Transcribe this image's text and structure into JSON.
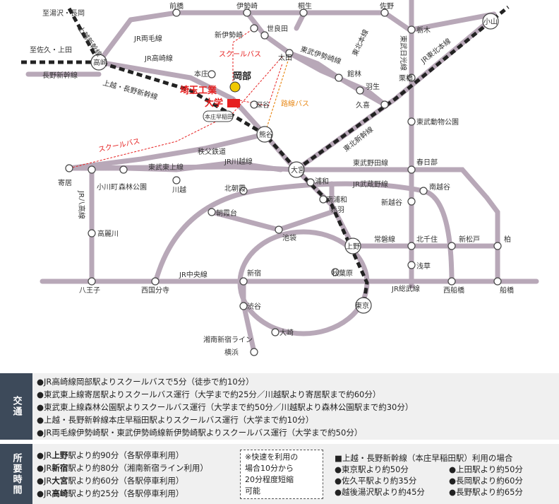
{
  "map": {
    "stations": {
      "takasaki": "高崎",
      "kumagaya": "熊谷",
      "omiya": "大宮",
      "ueno": "上野",
      "tokyo": "東京",
      "oyama": "小山",
      "yorii": "寄居",
      "okabe": "岡部",
      "maebashi": "前橋",
      "isesaki": "伊勢崎",
      "kiryu": "桐生",
      "sano": "佐野",
      "tochigi": "栃木",
      "shin_isesaki": "新伊勢崎",
      "serada": "世良田",
      "ota": "太田",
      "tatebayashi": "館林",
      "hanyu": "羽生",
      "kuki": "久喜",
      "kasukabe": "春日部",
      "kurihashi": "栗橋",
      "tobu_dobutsu": "東武動物公園",
      "honjo": "本庄",
      "honjo_waseda": "本庄早稲田",
      "fukaya": "深谷",
      "urawa": "浦和",
      "minami_urawa": "南浦和",
      "akabane": "赤羽",
      "kitaasaka": "北朝霞",
      "asakadai": "朝霞台",
      "ikebukuro": "池袋",
      "akihabara": "秋葉原",
      "shinjuku": "新宿",
      "shibuya": "渋谷",
      "osaki": "大崎",
      "yokohama": "横浜",
      "kawagoe": "川越",
      "ogawamachi": "小川町",
      "shinrinkoen": "森林公園",
      "komagawa": "高麗川",
      "hachioji": "八王子",
      "nishikokubunji": "西国分寺",
      "minami_koshigaya": "南越谷",
      "shin_koshigaya": "新越谷",
      "kitasenju": "北千住",
      "asakusa": "浅草",
      "shin_matsudo": "新松戸",
      "kashiwa": "柏",
      "nishifunabashi": "西船橋",
      "funabashi": "船橋"
    },
    "lines": {
      "joetsu_nagaoka": "至湯沢・長岡",
      "joetsu_shinkansen": "上越新幹線",
      "saku_ueda": "至佐久・上田",
      "nagano_shinkansen": "長野新幹線",
      "jr_ryomo": "JR両毛線",
      "jr_takasaki": "JR高崎線",
      "joetsu_nagano_shinkansen": "上越・長野新幹線",
      "school_bus": "スクールバス",
      "route_bus": "路線バス",
      "tobu_isesaki": "東武伊勢崎線",
      "tobu_nikko": "東武日光線",
      "jr_tohoku_main": "JR東北本線",
      "tohoku_shinkansen": "東北新幹線",
      "chichibu": "秩父鉄道",
      "tobu_tojo": "東武東上線",
      "jr_kawagoe": "JR川越線",
      "tobu_noda": "東武野田線",
      "jr_musashino": "JR武蔵野線",
      "jr_hachiko": "JR八高線",
      "jr_chuo": "JR中央線",
      "jr_sobu": "JR総武線",
      "joban": "常磐線",
      "shonan_shinjuku": "湘南新宿ライン",
      "tohoku_sub": "東北本線"
    },
    "university": "埼玉工業大学",
    "honjo_waseda_box": "本庄早稲田"
  },
  "info": {
    "access_title": "交通",
    "access_items": [
      "●JR高崎線岡部駅よりスクールバスで5分（徒歩で約10分）",
      "●東武東上線寄居駅よりスクールバス運行（大学まで約25分／川越駅より寄居駅まで約60分）",
      "●東武東上線森林公園駅よりスクールバス運行（大学まで約50分／川越駅より森林公園駅まで約30分）",
      "●上越・長野新幹線本庄早稲田駅よりスクールバス運行（大学まで約10分）",
      "●JR両毛線伊勢崎駅・東武伊勢崎線新伊勢崎駅よりスクールバス運行（大学まで約50分）"
    ],
    "time_title": "所要時間",
    "time_items": [
      {
        "prefix": "●JR",
        "station": "上野",
        "rest": "駅より約90分（各駅停車利用）"
      },
      {
        "prefix": "●JR",
        "station": "新宿",
        "rest": "駅より約80分（湘南新宿ライン利用）"
      },
      {
        "prefix": "●JR",
        "station": "大宮",
        "rest": "駅より約60分（各駅停車利用）"
      },
      {
        "prefix": "●JR",
        "station": "高崎",
        "rest": "駅より約25分（各駅停車利用）"
      }
    ],
    "note": [
      "※快速を利用の",
      "場合10分から",
      "20分程度短縮",
      "可能"
    ],
    "shinkansen_title": "■上越・長野新幹線（本庄早稲田駅）利用の場合",
    "shinkansen_left": [
      "●東京駅より約50分",
      "●佐久平駅より約35分",
      "●越後湯沢駅より約45分"
    ],
    "shinkansen_right": [
      "●上田駅より約50分",
      "●長岡駅より約60分",
      "●長野駅より約65分"
    ]
  },
  "colors": {
    "rail_gray": "#b8a8b8",
    "rail_dark": "#222222",
    "school_bus": "#e62020",
    "route_bus": "#e88a1a",
    "band": "#3d4a5a",
    "panel": "#f0f0f0",
    "okabe_marker": "#f0c800"
  }
}
